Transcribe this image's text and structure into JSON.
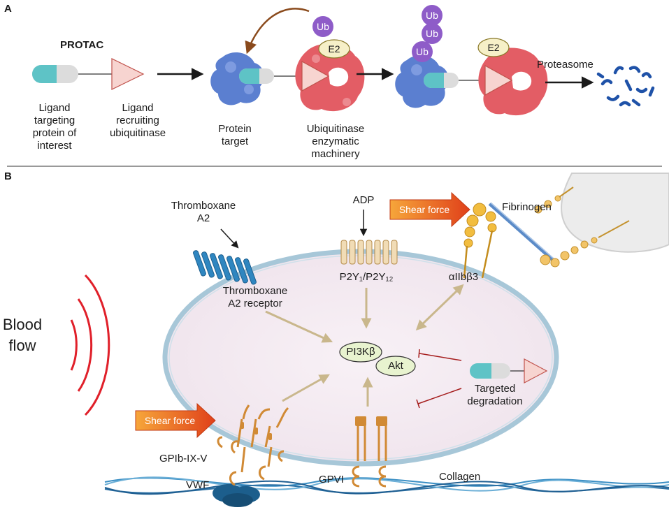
{
  "panel_a": {
    "letter": "A",
    "protac_title": "PROTAC",
    "ligand_poi": [
      "Ligand",
      "targeting",
      "protein of",
      "interest"
    ],
    "ligand_e3": [
      "Ligand",
      "recruiting",
      "ubiquitinase"
    ],
    "protein_target": [
      "Protein",
      "target"
    ],
    "machinery": [
      "Ubiquitinase",
      "enzymatic",
      "machinery"
    ],
    "ub": "Ub",
    "e2": "E2",
    "proteasome": "Proteasome"
  },
  "panel_b": {
    "letter": "B",
    "blood_flow": [
      "Blood",
      "flow"
    ],
    "thromboxane": [
      "Thromboxane",
      "A2"
    ],
    "thromboxane_receptor": [
      "Thromboxane",
      "A2 receptor"
    ],
    "adp": "ADP",
    "p2y": "P2Y₁/P2Y₁₂",
    "shear_force": "Shear force",
    "fibrinogen": "Fibrinogen",
    "integrin": "αIIbβ3",
    "pi3k": "PI3Kβ",
    "akt": "Akt",
    "targeted_degradation": [
      "Targeted",
      "degradation"
    ],
    "gpib": "GPIb-IX-V",
    "vwf": "VWF",
    "gpvi": "GPVI",
    "collagen": "Collagen"
  },
  "colors": {
    "ub_purple": "#8e5cc8",
    "e2_cream": "#f6f0c8",
    "e3_red": "#e35d65",
    "target_blue": "#5b7fd0",
    "ligand_teal": "#5ec3c6",
    "membrane": "#a7c7d8",
    "cell_fill": "#f7eef4",
    "arrow_tan": "#c9b78c",
    "receptor_blue": "#2f86c0",
    "receptor_tan": "#d8b47e",
    "receptor_orange": "#d18a35",
    "fibrinogen_yellow": "#f2bd3f",
    "inhibit_red": "#a51c1c",
    "flow_red": "#e0202a",
    "shear_orange": "#e8521e",
    "collagen_blue": "#3b8fc4"
  }
}
